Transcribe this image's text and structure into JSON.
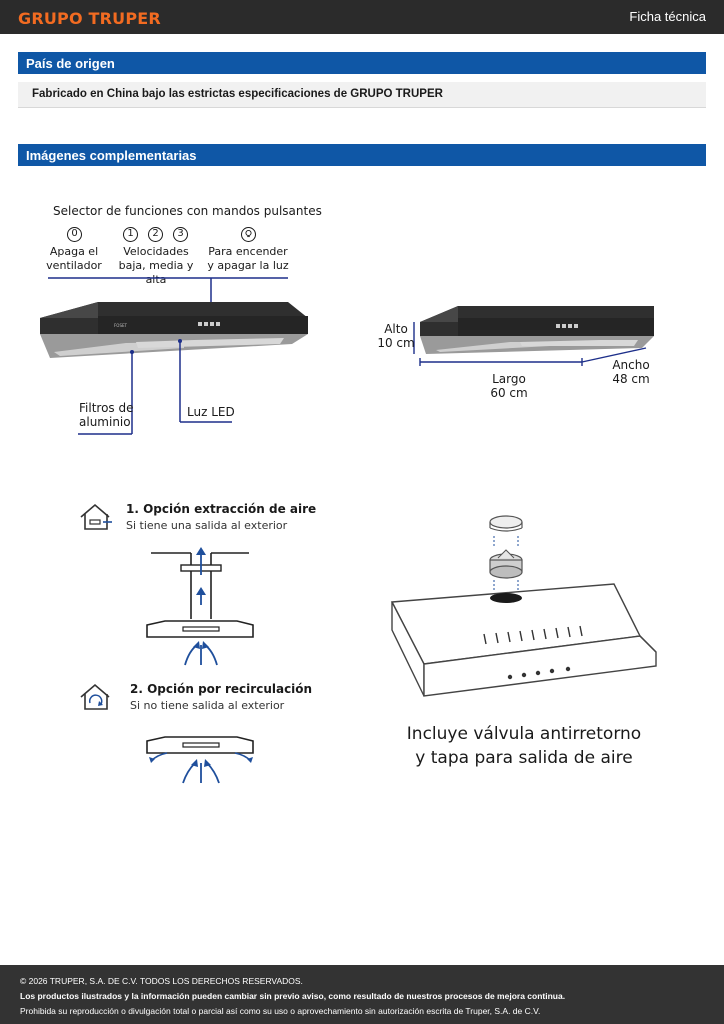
{
  "header": {
    "brand": "GRUPO TRUPER",
    "doc_type": "Ficha técnica"
  },
  "origin": {
    "title": "País de origen",
    "text": "Fabricado en China bajo las estrictas especificaciones de GRUPO TRUPER"
  },
  "images_section": {
    "title": "Imágenes complementarias"
  },
  "controls": {
    "title": "Selector de funciones con mandos pulsantes",
    "off_number": "0",
    "off_label_1": "Apaga el",
    "off_label_2": "ventilador",
    "speed_numbers": [
      "1",
      "2",
      "3"
    ],
    "speed_label_1": "Velocidades",
    "speed_label_2": "baja, media y alta",
    "light_label_1": "Para encender",
    "light_label_2": "y apagar la luz",
    "filters_label_1": "Filtros de",
    "filters_label_2": "aluminio",
    "led_label": "Luz LED",
    "hood_brand": "FOSET"
  },
  "dimensions": {
    "height_label": "Alto",
    "height_value": "10 cm",
    "length_label": "Largo",
    "length_value": "60 cm",
    "width_label": "Ancho",
    "width_value": "48 cm"
  },
  "options": {
    "extraction_title": "1. Opción extracción de aire",
    "extraction_sub": "Si tiene una salida al exterior",
    "recirculation_title": "2. Opción por recirculación",
    "recirculation_sub": "Si no tiene salida al exterior"
  },
  "valve": {
    "caption_1": "Incluye válvula antirretorno",
    "caption_2": "y tapa para salida de aire"
  },
  "footer": {
    "copyright": "© 2026 TRUPER, S.A. DE C.V. TODOS LOS DERECHOS RESERVADOS.",
    "notice": "Los productos ilustrados y la información pueden cambiar sin previo aviso, como resultado de nuestros procesos de mejora continua.",
    "legal": "Prohibida su reproducción o divulgación total o parcial así como su uso o aprovechamiento sin autorización escrita de Truper, S.A. de C.V."
  },
  "colors": {
    "brand": "#f26b21",
    "section": "#0f57a6",
    "accent_line": "#1d2f8a",
    "arrow": "#1f4f9c"
  }
}
